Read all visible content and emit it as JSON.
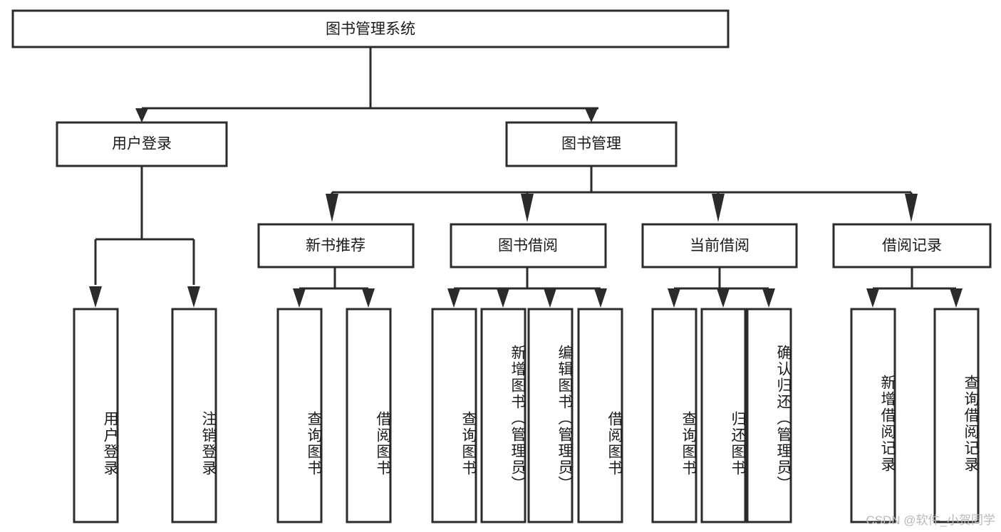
{
  "diagram": {
    "type": "tree",
    "title": "图书管理系统",
    "root": {
      "label": "图书管理系统"
    },
    "level1": [
      {
        "label": "用户登录"
      },
      {
        "label": "图书管理"
      }
    ],
    "level2": [
      {
        "label": "新书推荐"
      },
      {
        "label": "图书借阅"
      },
      {
        "label": "当前借阅"
      },
      {
        "label": "借阅记录"
      }
    ],
    "leaves": {
      "user_login": [
        {
          "label": "用户登录"
        },
        {
          "label": "注销登录"
        }
      ],
      "new_book": [
        {
          "label": "查询图书"
        },
        {
          "label": "借阅图书"
        }
      ],
      "book_borrow": [
        {
          "label": "查询图书"
        },
        {
          "label": "新增图书（管理员）"
        },
        {
          "label": "编辑图书（管理员）"
        },
        {
          "label": "借阅图书"
        }
      ],
      "current_borrow": [
        {
          "label": "查询图书"
        },
        {
          "label": "归还图书"
        },
        {
          "label": "确认归还（管理员）"
        }
      ],
      "borrow_record": [
        {
          "label": "新增借阅记录"
        },
        {
          "label": "查询借阅记录"
        }
      ]
    }
  },
  "watermark": {
    "text": "CSDN @软件_小贺同学"
  },
  "colors": {
    "box_stroke": "#2b2b2b",
    "box_fill": "#ffffff",
    "text": "#1a1a1a",
    "watermark": "#b9b9b9",
    "background": "#ffffff"
  }
}
